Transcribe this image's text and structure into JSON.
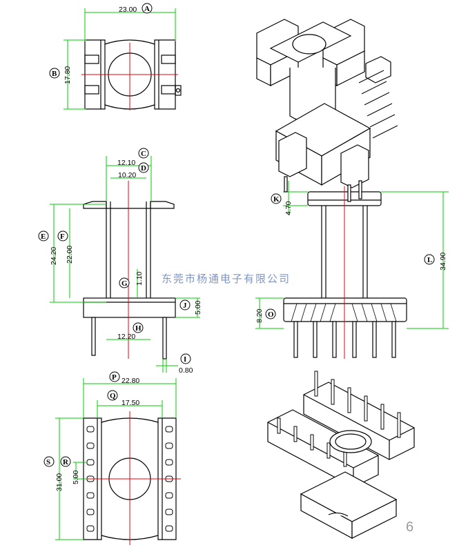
{
  "top_view": {
    "dim_width": "23.00",
    "label_width": "A",
    "dim_height": "17.80",
    "label_height": "B"
  },
  "front_view": {
    "dim_c": "12.10",
    "label_c": "C",
    "dim_d": "10.20",
    "label_d": "D",
    "dim_e": "24.20",
    "label_e": "E",
    "dim_f": "22.00",
    "label_f": "F",
    "dim_g": "1.10",
    "label_g": "G",
    "dim_h": "12.20",
    "label_h": "H",
    "dim_i": "0.80",
    "label_i": "I",
    "dim_j": "5.00",
    "label_j": "J"
  },
  "side_view": {
    "dim_k": "4.70",
    "label_k": "K",
    "dim_l": "34.90",
    "label_l": "L",
    "dim_o": "8.20",
    "label_o": "O"
  },
  "bottom_view": {
    "dim_p": "22.80",
    "label_p": "P",
    "dim_q": "17.50",
    "label_q": "Q",
    "dim_r": "5.00",
    "label_r": "R",
    "dim_s": "31.00",
    "label_s": "S"
  },
  "watermark": "东莞市杨通电子有限公司",
  "page_number": "6",
  "colors": {
    "dimension": "#00cc00",
    "centerline": "#e8000b",
    "outline": "#000000",
    "watermark": "#7f95c7"
  }
}
